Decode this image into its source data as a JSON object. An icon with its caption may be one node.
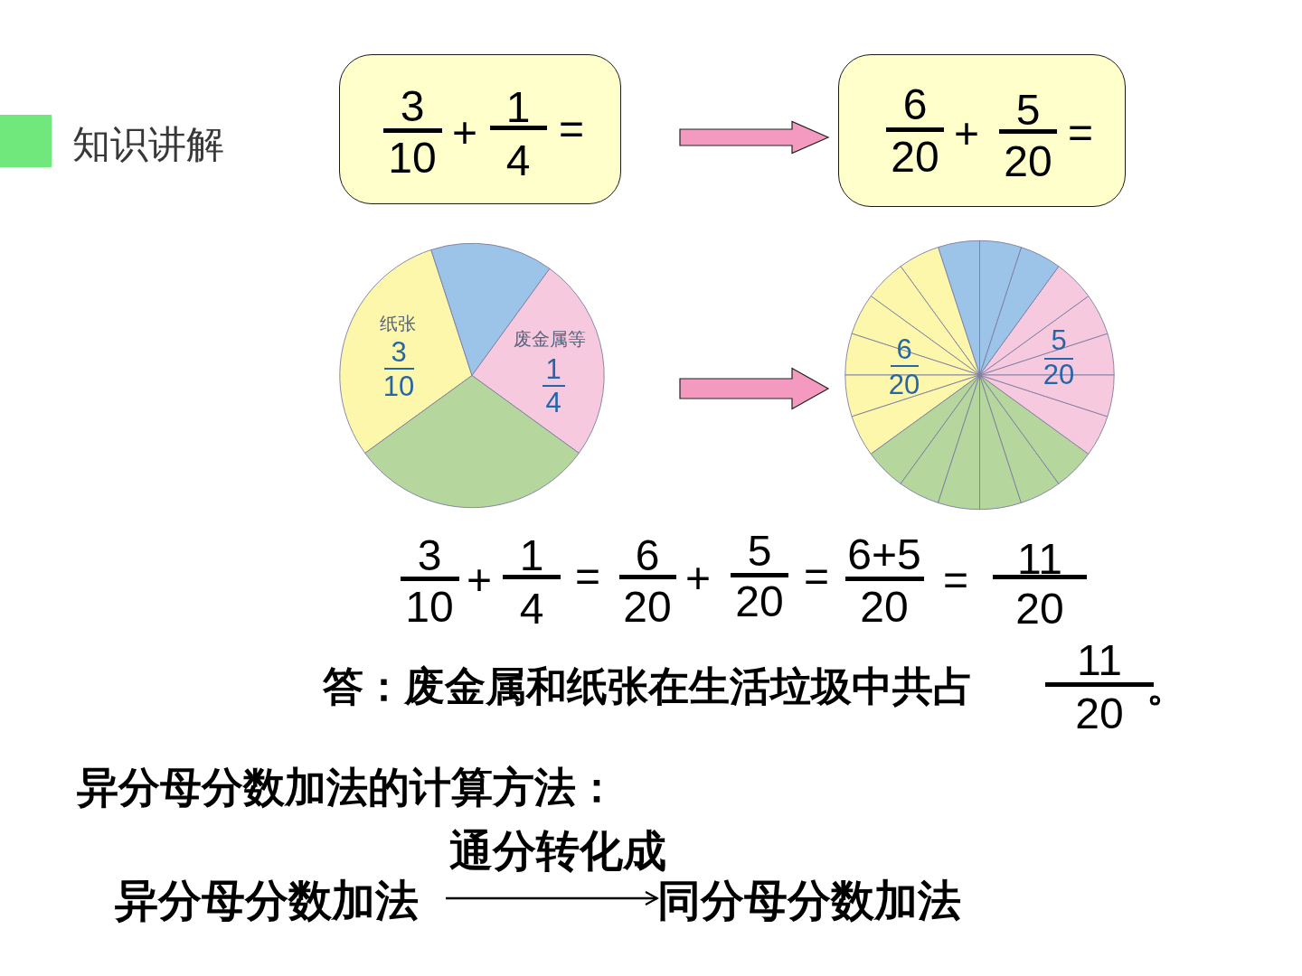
{
  "diagram": {
    "title": "知识讲解",
    "nodes": [
      {
        "text": [
          "3",
          "10",
          "+",
          "1",
          "4",
          "="
        ]
      },
      {
        "text": [
          "6",
          "20",
          "+",
          "5",
          "20",
          "="
        ]
      },
      {
        "text": [
          "纸张",
          "3",
          "10",
          "废金属等",
          "1",
          "4"
        ]
      },
      {
        "text": [
          "6",
          "20",
          "5",
          "20"
        ]
      },
      {
        "text": [
          "异分母分数加法"
        ]
      },
      {
        "text": [
          "同分母分数加法"
        ]
      }
    ],
    "edges": [
      {
        "from": 0,
        "to": 1,
        "arrow": "to",
        "style": "thick",
        "color": "#f49ac1"
      },
      {
        "from": 2,
        "to": 3,
        "arrow": "to",
        "style": "thick",
        "color": "#f49ac1"
      },
      {
        "from": 4,
        "to": 5,
        "arrow": "to",
        "label": "通分转化成"
      }
    ],
    "labels": [
      "3",
      "10",
      "+",
      "1",
      "4",
      "=",
      "6",
      "20",
      "+",
      "5",
      "20",
      "=",
      "6+5",
      "20",
      "=",
      "11",
      "20",
      "答：废金属和纸张在生活垃圾中共占",
      "11",
      "20",
      "。",
      "异分母分数加法的计算方法："
    ]
  }
}
